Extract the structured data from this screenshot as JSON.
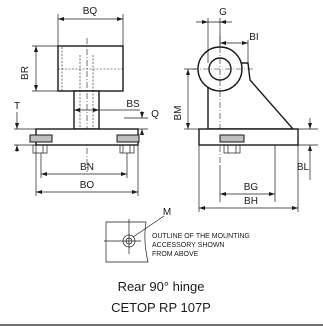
{
  "dimensions": {
    "BQ": "BQ",
    "BR": "BR",
    "T": "T",
    "BS": "BS",
    "Q": "Q",
    "BN": "BN",
    "BO": "BO",
    "G": "G",
    "BI": "BI",
    "BM": "BM",
    "BL": "BL",
    "BG": "BG",
    "BH": "BH",
    "M": "M"
  },
  "note": {
    "line1": "OUTLINE OF THE MOUNTING",
    "line2": "ACCESSORY SHOWN",
    "line3": "FROM ABOVE"
  },
  "caption": {
    "title": "Rear 90° hinge",
    "standard": "CETOP RP 107P"
  }
}
